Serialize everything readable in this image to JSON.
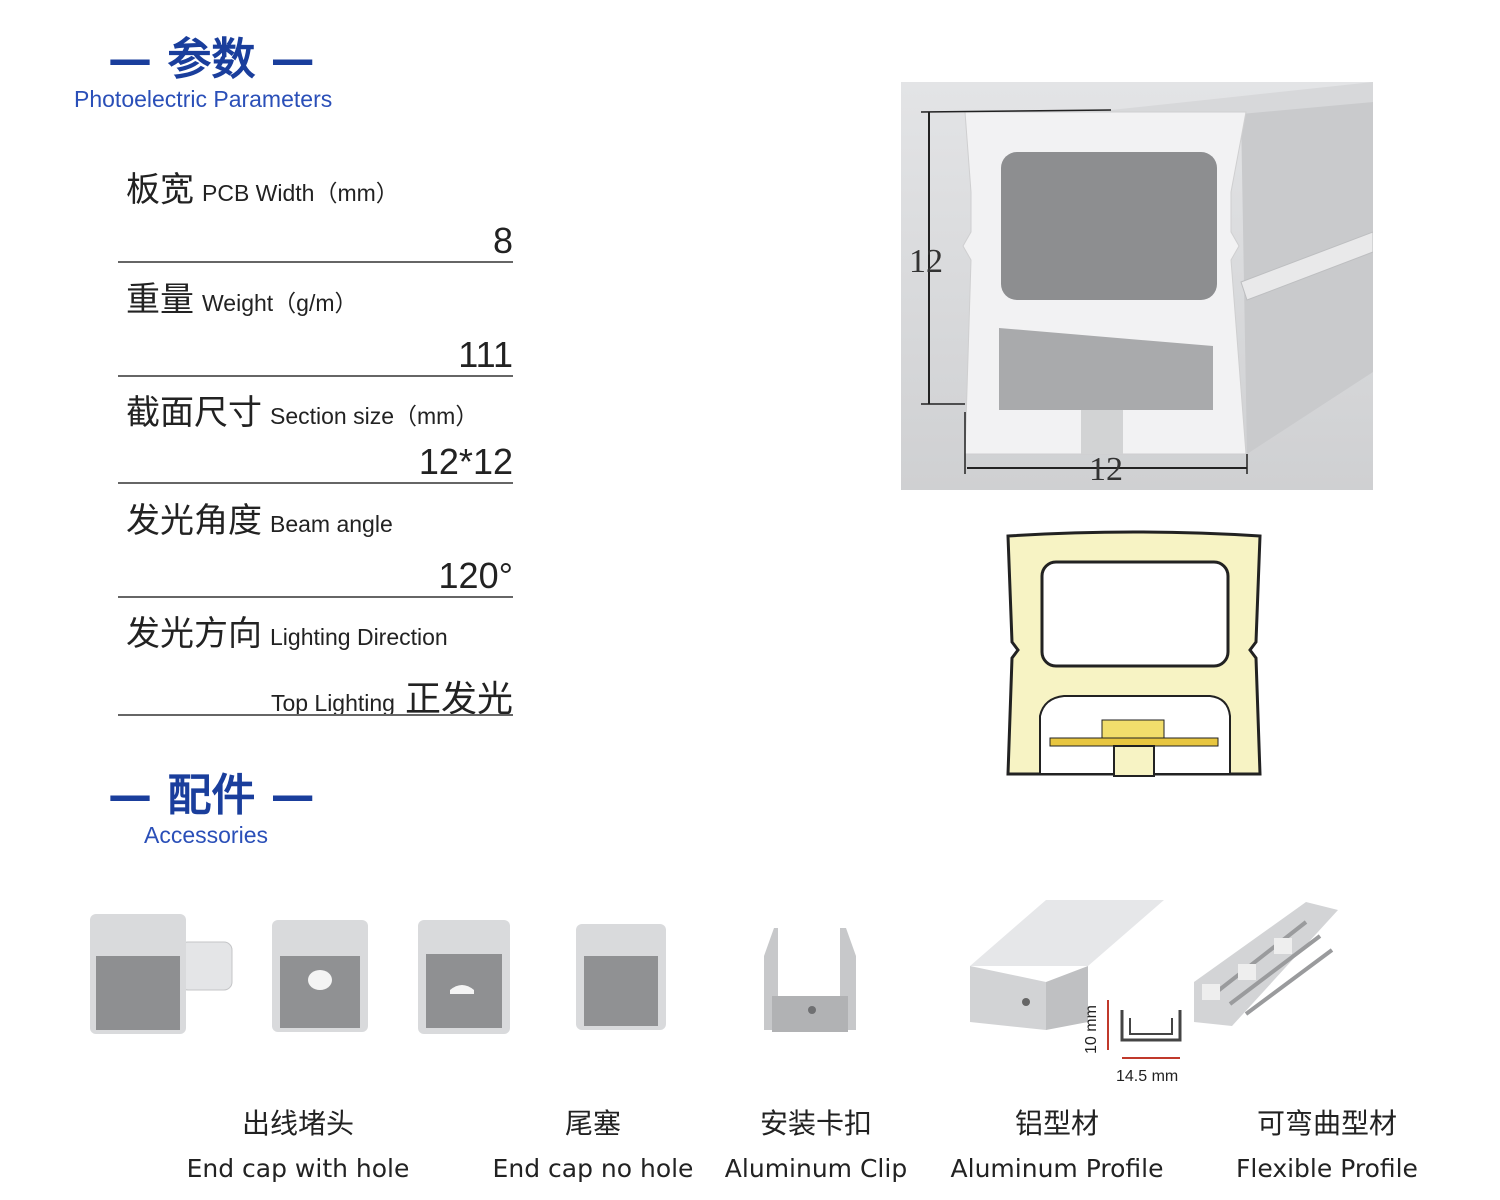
{
  "params_section": {
    "title": "— 参数 —",
    "subtitle": "Photoelectric Parameters"
  },
  "params": [
    {
      "cn": "板宽",
      "en": "PCB Width（mm）",
      "value": "8"
    },
    {
      "cn": "重量",
      "en": "Weight（g/m）",
      "value": "111"
    },
    {
      "cn": "截面尺寸",
      "en": "Section size（mm）",
      "value": "12*12"
    },
    {
      "cn": "发光角度",
      "en": "Beam angle",
      "value": "120°"
    },
    {
      "cn": "发光方向",
      "en": "Lighting Direction",
      "value_en": "Top Lighting",
      "value": "正发光"
    }
  ],
  "diagram": {
    "height_label": "12",
    "width_label": "12"
  },
  "accessories_section": {
    "title": "— 配件 —",
    "subtitle": "Accessories"
  },
  "profile_dims": {
    "height": "10 mm",
    "width": "14.5 mm"
  },
  "accessories": [
    {
      "cn": "出线堵头",
      "en": "End cap with hole"
    },
    {
      "cn": "尾塞",
      "en": "End cap no hole"
    },
    {
      "cn": "安装卡扣",
      "en": "Aluminum Clip"
    },
    {
      "cn": "铝型材",
      "en": "Aluminum Profile"
    },
    {
      "cn": "可弯曲型材",
      "en": "Flexible Profile"
    }
  ],
  "colors": {
    "accent": "#1a3e9c",
    "glow": "#f7f3c4",
    "led": "#e8c640"
  }
}
